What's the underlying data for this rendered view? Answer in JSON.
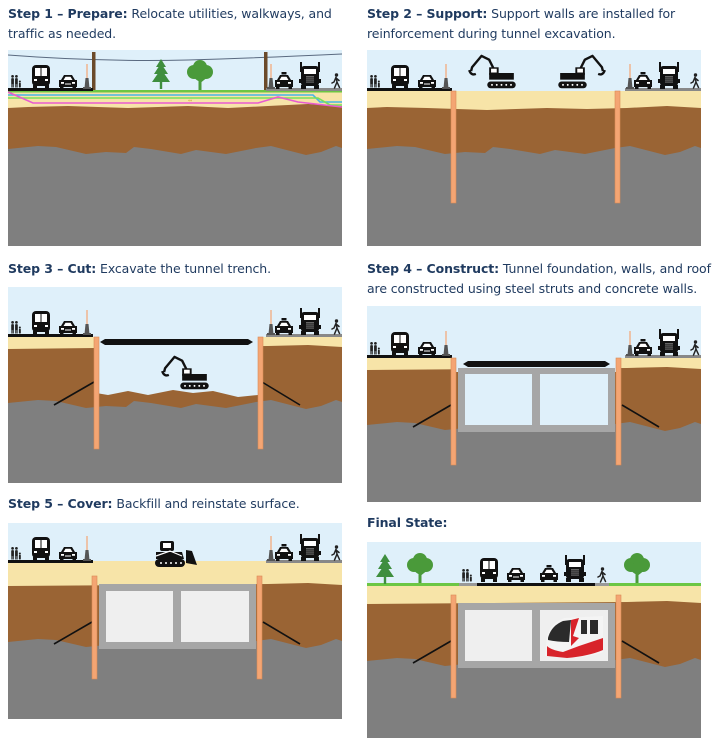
{
  "steps": [
    {
      "title": "Step 1 – Prepare:",
      "text": " Relocate utilities, walkways, and traffic as needed."
    },
    {
      "title": "Step 2 – Support:",
      "text": " Support walls are installed for reinforcement during tunnel excavation."
    },
    {
      "title": "Step 3 – Cut:",
      "text": " Excavate the tunnel trench."
    },
    {
      "title": "Step 4 – Construct:",
      "text": " Tunnel foundation, walls, and roof are constructed using steel struts and concrete walls."
    },
    {
      "title": "Step 5 – Cover:",
      "text": " Backfill and reinstate surface."
    },
    {
      "title": "Final State:",
      "text": ""
    }
  ],
  "icons": {
    "pedestrians": "pedestrians-icon",
    "bus": "bus-icon",
    "car": "car-icon",
    "taxi": "taxi-icon",
    "truck": "truck-icon",
    "walker": "walker-icon",
    "pylon": "traffic-cone-icon",
    "excavator": "excavator-icon",
    "bulldozer": "bulldozer-icon",
    "tree": "tree-icon",
    "pine": "pine-tree-icon",
    "train": "lrt-train-icon"
  },
  "colors": {
    "sky": "#dff0fa",
    "sand": "#f7e4a8",
    "soil": "#9a6434",
    "rock": "#7f7f7f",
    "wall": "#f4a573",
    "concrete": "#a6a6a6",
    "text": "#1f3a5f"
  }
}
